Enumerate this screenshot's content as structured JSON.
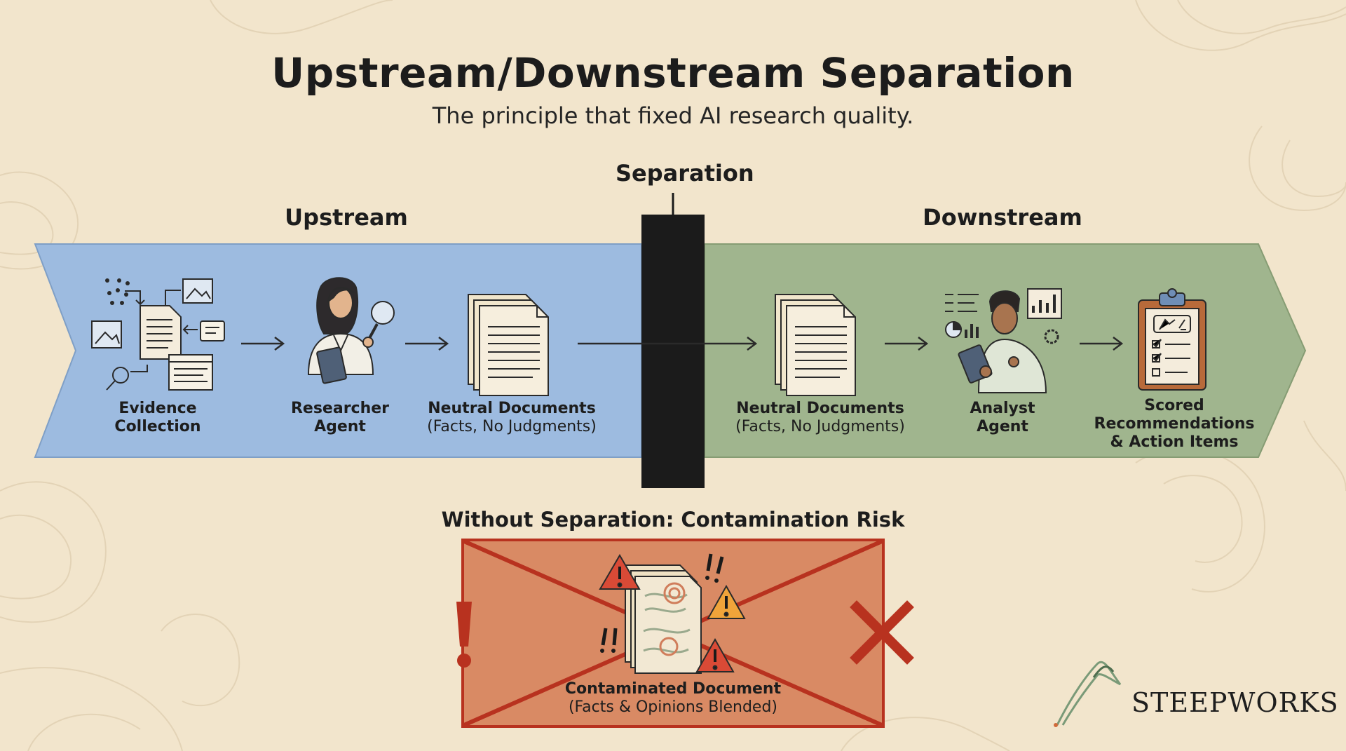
{
  "header": {
    "title": "Upstream/Downstream Separation",
    "subtitle": "The principle that fixed AI research quality."
  },
  "divider": {
    "label": "Separation"
  },
  "upstream": {
    "label": "Upstream",
    "color": "#9dbbe0",
    "nodes": [
      {
        "label": "Evidence",
        "sub": "Collection",
        "icon": "evidence-collection-icon"
      },
      {
        "label": "Researcher",
        "sub": "Agent",
        "icon": "researcher-agent-icon"
      },
      {
        "label": "Neutral Documents",
        "sub": "(Facts, No Judgments)",
        "icon": "document-stack-icon"
      }
    ]
  },
  "downstream": {
    "label": "Downstream",
    "color": "#a0b58e",
    "nodes": [
      {
        "label": "Neutral Documents",
        "sub": "(Facts, No Judgments)",
        "icon": "document-stack-icon"
      },
      {
        "label": "Analyst",
        "sub": "Agent",
        "icon": "analyst-agent-icon"
      },
      {
        "label": "Scored",
        "sub": "Recommendations",
        "sub2": "& Action Items",
        "icon": "clipboard-checklist-icon"
      }
    ]
  },
  "warning": {
    "title": "Without Separation: Contamination Risk",
    "doc_label": "Contaminated Document",
    "doc_sub": "(Facts & Opinions Blended)",
    "color": "#d98a64",
    "cross_color": "#b8321f"
  },
  "brand": {
    "name": "STEEPWORKS"
  }
}
